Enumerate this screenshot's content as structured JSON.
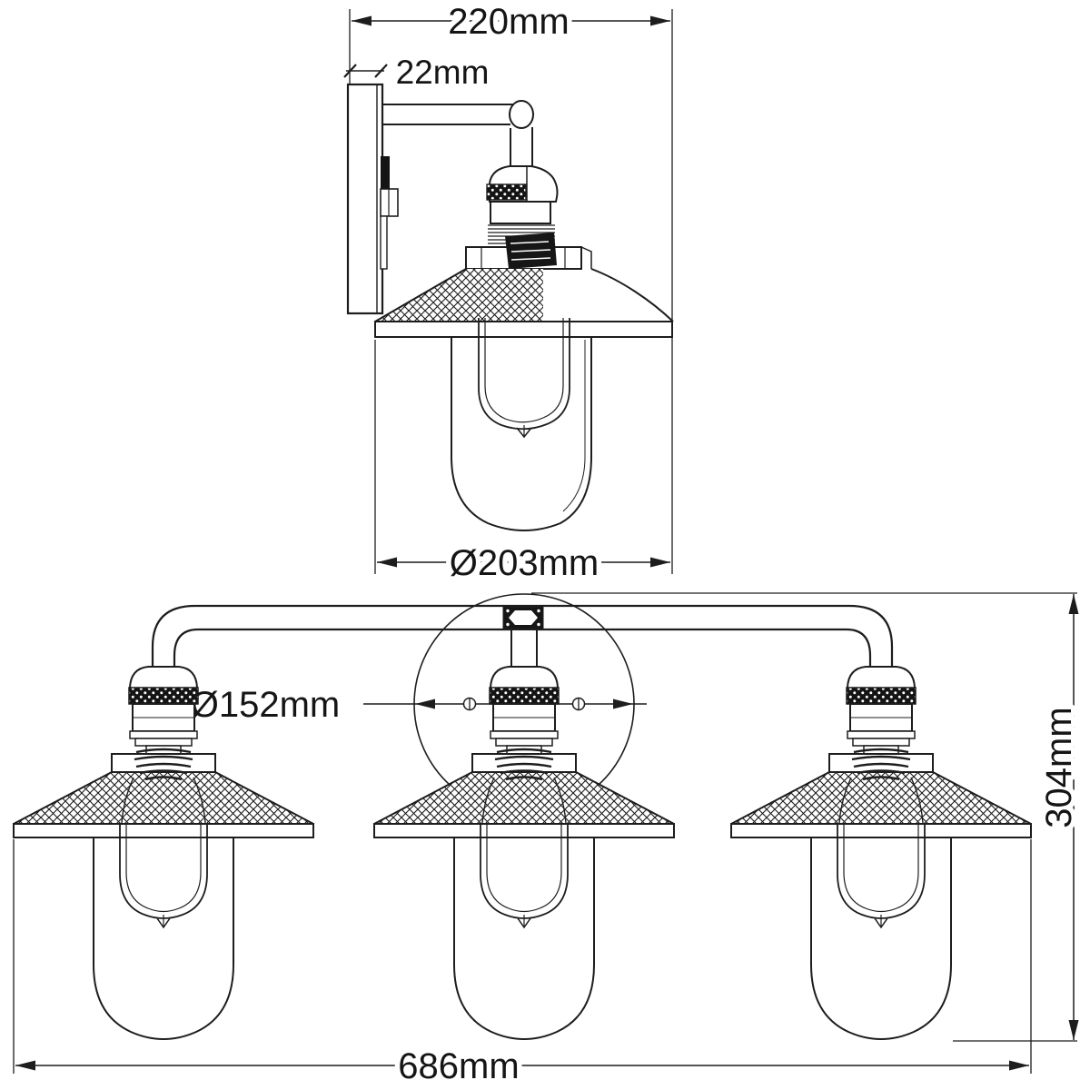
{
  "page": {
    "background": "#ffffff",
    "line_color": "#1d1d1d",
    "description_colors": {
      "hatch": "#1a1a1a",
      "knurl_band": "#141414"
    }
  },
  "views": {
    "side_view": {
      "dimensions": {
        "projection": {
          "label": "220mm"
        },
        "backplate_depth": {
          "label": "22mm"
        },
        "shade_diameter": {
          "label": "Ø203mm"
        }
      }
    },
    "front_view": {
      "dimensions": {
        "canopy_diameter": {
          "label": "Ø152mm"
        },
        "height": {
          "label": "304mm"
        },
        "width": {
          "label": "686mm"
        }
      }
    }
  }
}
